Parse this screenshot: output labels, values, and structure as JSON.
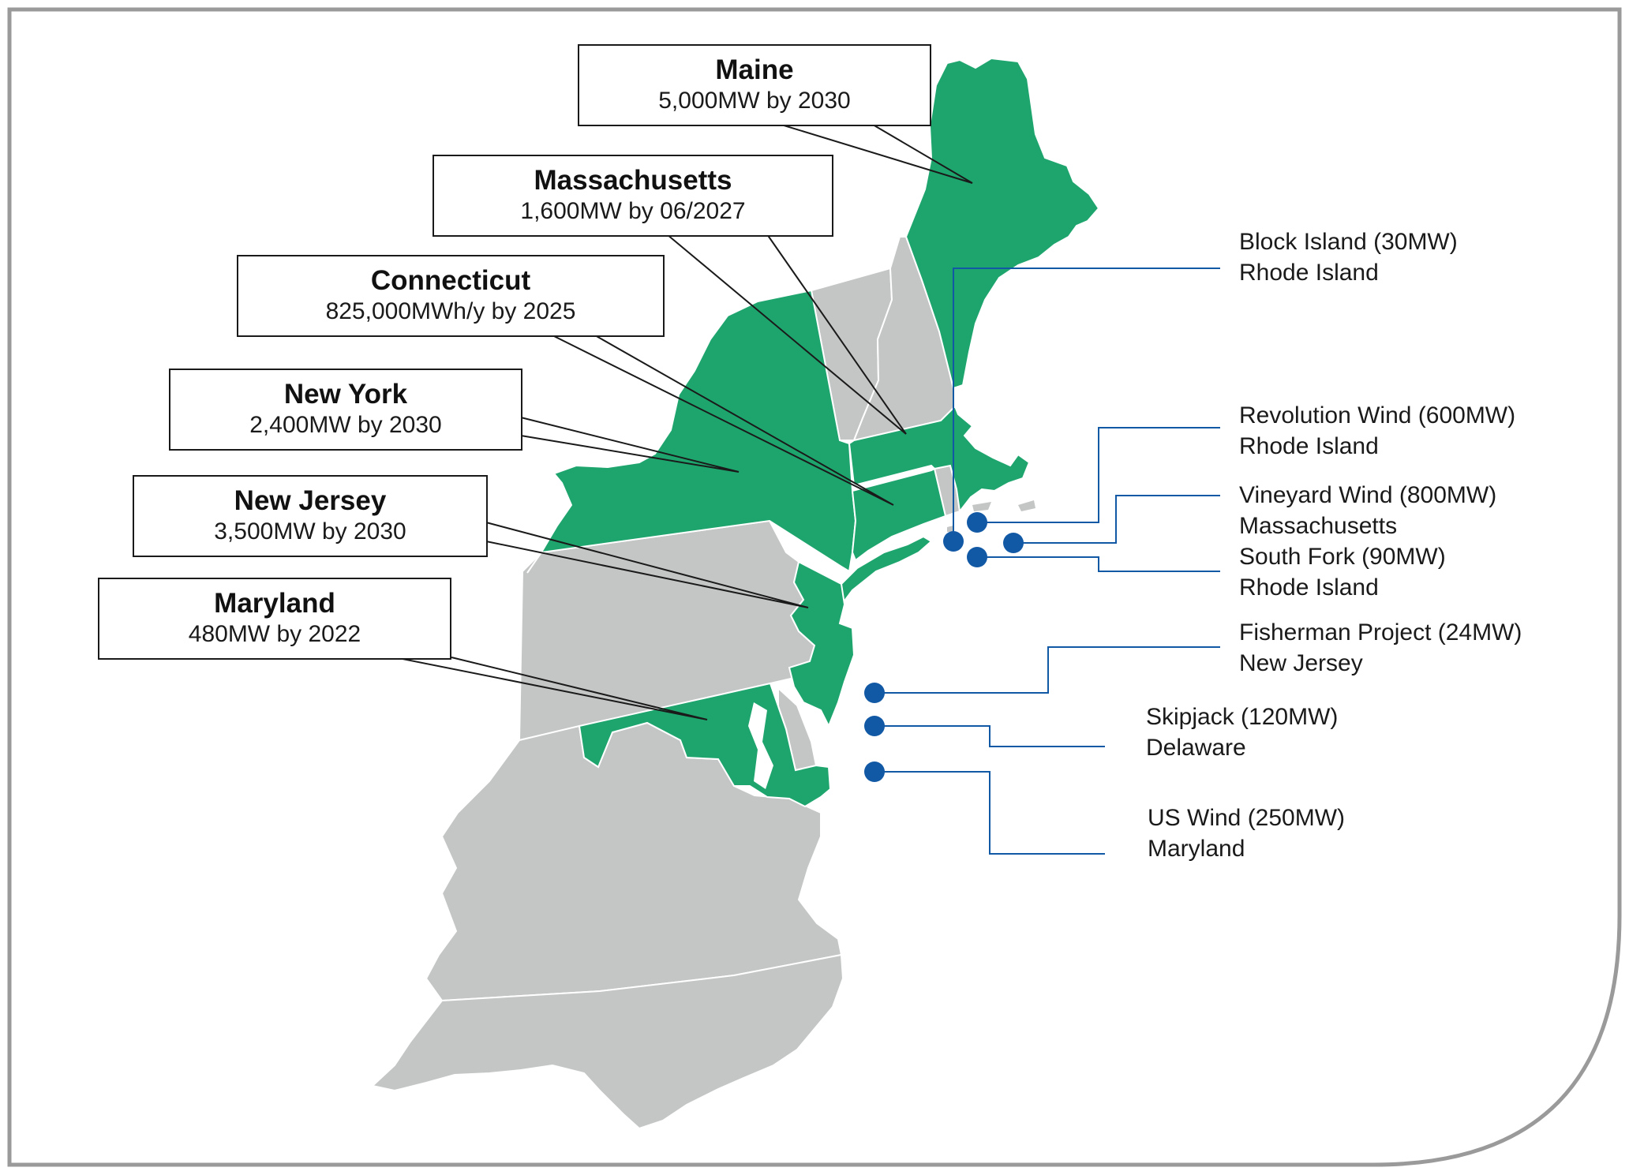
{
  "colors": {
    "target_state": "#1ea56e",
    "other_state": "#c4c5c5",
    "project_dot": "#1259a5",
    "frame": "#9a9a9a",
    "leader_line": "#1a1a1a",
    "project_line": "#1259a5"
  },
  "state_targets": [
    {
      "name": "Maine",
      "target": "5,000MW by 2030"
    },
    {
      "name": "Massachusetts",
      "target": "1,600MW by 06/2027"
    },
    {
      "name": "Connecticut",
      "target": "825,000MWh/y by 2025"
    },
    {
      "name": "New York",
      "target": "2,400MW by 2030"
    },
    {
      "name": "New Jersey",
      "target": "3,500MW by 2030"
    },
    {
      "name": "Maryland",
      "target": "480MW by 2022"
    }
  ],
  "projects": [
    {
      "name": "Block Island (30MW)",
      "state": "Rhode Island"
    },
    {
      "name": "Revolution Wind (600MW)",
      "state": "Rhode Island"
    },
    {
      "name": "Vineyard Wind (800MW)",
      "state": "Massachusetts"
    },
    {
      "name": "South Fork (90MW)",
      "state": "Rhode Island"
    },
    {
      "name": "Fisherman Project (24MW)",
      "state": "New Jersey"
    },
    {
      "name": "Skipjack (120MW)",
      "state": "Delaware"
    },
    {
      "name": "US Wind (250MW)",
      "state": "Maryland"
    }
  ]
}
